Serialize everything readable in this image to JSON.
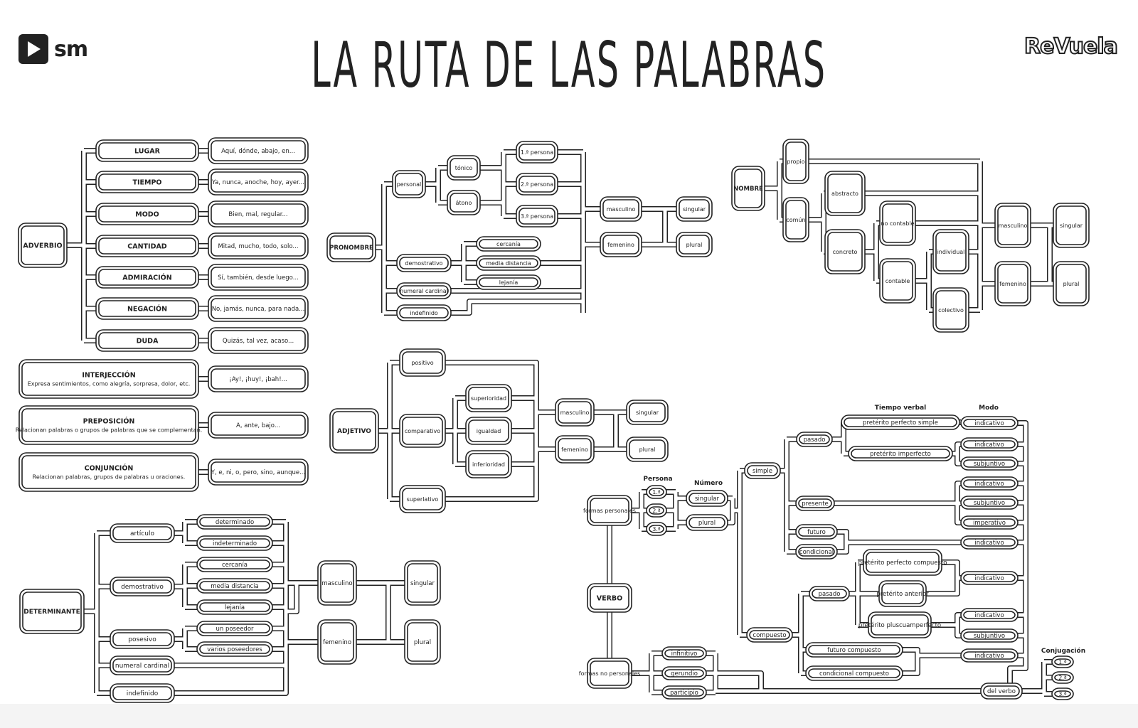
{
  "header": {
    "title": "LA RUTA DE LAS PALABRAS",
    "publisher_logo": "sm",
    "series_logo": "ReVuela"
  },
  "colors": {
    "ink": "#222222",
    "paper": "#ffffff",
    "track_fill": "#ffffff"
  },
  "nodes": {
    "adverbio": "ADVERBIO",
    "adv_lugar": "LUGAR",
    "adv_lugar_ex": "Aquí, dónde, abajo, en...",
    "adv_tiempo": "TIEMPO",
    "adv_tiempo_ex": "Ya, nunca, anoche, hoy, ayer...",
    "adv_modo": "MODO",
    "adv_modo_ex": "Bien, mal, regular...",
    "adv_cantidad": "CANTIDAD",
    "adv_cantidad_ex": "Mitad, mucho, todo, solo...",
    "adv_admiracion": "ADMIRACIÓN",
    "adv_admiracion_ex": "Sí, también, desde luego...",
    "adv_negacion": "NEGACIÓN",
    "adv_negacion_ex": "No, jamás, nunca, para nada...",
    "adv_duda": "DUDA",
    "adv_duda_ex": "Quizás, tal vez, acaso...",
    "interjeccion": "INTERJECCIÓN",
    "interjeccion_desc": "Expresa sentimientos, como alegría, sorpresa, dolor, etc.",
    "interjeccion_ex": "¡Ay!, ¡huy!, ¡bah!...",
    "preposicion": "PREPOSICIÓN",
    "preposicion_desc": "Relacionan palabras o grupos de palabras que se complementan.",
    "preposicion_ex": "A, ante, bajo...",
    "conjuncion": "CONJUNCIÓN",
    "conjuncion_desc": "Relacionan palabras, grupos de palabras u oraciones.",
    "conjuncion_ex": "Y, e, ni, o, pero, sino, aunque...",
    "pronombre": "PRONOMBRE",
    "pr_personal": "personal",
    "pr_tonico": "tónico",
    "pr_atono": "átono",
    "pr_1p": "1.ª persona",
    "pr_2p": "2.ª persona",
    "pr_3p": "3.ª persona",
    "pr_demostrativo": "demostrativo",
    "pr_cercania": "cercanía",
    "pr_media": "media distancia",
    "pr_lejania": "lejanía",
    "pr_numeral": "numeral cardinal",
    "pr_indefinido": "indefinido",
    "pr_masc": "masculino",
    "pr_fem": "femenino",
    "pr_sing": "singular",
    "pr_plur": "plural",
    "nombre": "NOMBRE",
    "no_propio": "propio",
    "no_comun": "común",
    "no_abstracto": "abstracto",
    "no_concreto": "concreto",
    "no_nocontable": "no contable",
    "no_contable": "contable",
    "no_individual": "individual",
    "no_colectivo": "colectivo",
    "no_masc": "masculino",
    "no_fem": "femenino",
    "no_sing": "singular",
    "no_plur": "plural",
    "adjetivo": "ADJETIVO",
    "ad_positivo": "positivo",
    "ad_comparativo": "comparativo",
    "ad_superlativo": "superlativo",
    "ad_superioridad": "superioridad",
    "ad_igualdad": "igualdad",
    "ad_inferioridad": "inferioridad",
    "ad_masc": "masculino",
    "ad_fem": "femenino",
    "ad_sing": "singular",
    "ad_plur": "plural",
    "determinante": "DETERMINANTE",
    "de_articulo": "artículo",
    "de_determinado": "determinado",
    "de_indeterminado": "indeterminado",
    "de_demostrativo": "demostrativo",
    "de_cercania": "cercanía",
    "de_media": "media distancia",
    "de_lejania": "lejanía",
    "de_posesivo": "posesivo",
    "de_unposeedor": "un poseedor",
    "de_variosposeedores": "varios poseedores",
    "de_numeral": "numeral cardinal",
    "de_indefinido": "indefinido",
    "de_masc": "masculino",
    "de_fem": "femenino",
    "de_sing": "singular",
    "de_plur": "plural",
    "verbo": "VERBO",
    "ve_formaspersonales": "formas personales",
    "ve_formasnopersonales": "formas no personales",
    "ve_persona_label": "Persona",
    "ve_p1": "1.ª",
    "ve_p2": "2.ª",
    "ve_p3": "3.ª",
    "ve_numero_label": "Número",
    "ve_singular": "singular",
    "ve_plural": "plural",
    "ve_simple": "simple",
    "ve_compuesto": "compuesto",
    "ve_tiempo_label": "Tiempo verbal",
    "ve_modo_label": "Modo",
    "ve_pasado": "pasado",
    "ve_ppsimple": "pretérito perfecto simple",
    "ve_pimperfecto": "pretérito imperfecto",
    "ve_presente": "presente",
    "ve_futuro": "futuro",
    "ve_condicional": "condicional",
    "ve_pasado2": "pasado",
    "ve_ppcompuesto": "pretérito perfecto compuesto",
    "ve_panterior": "pretérito anterior",
    "ve_ppluscuam": "pretérito pluscuamperfecto",
    "ve_futurocompuesto": "futuro compuesto",
    "ve_condcompuesto": "condicional compuesto",
    "ve_m_ind1": "indicativo",
    "ve_m_ind2": "indicativo",
    "ve_m_sub1": "subjuntivo",
    "ve_m_ind3": "indicativo",
    "ve_m_sub2": "subjuntivo",
    "ve_m_imp": "imperativo",
    "ve_m_ind4": "indicativo",
    "ve_m_ind5": "indicativo",
    "ve_m_ind6": "indicativo",
    "ve_m_sub3": "subjuntivo",
    "ve_m_ind7": "indicativo",
    "ve_infinitivo": "infinitivo",
    "ve_gerundio": "gerundio",
    "ve_participio": "participio",
    "ve_delverbo": "del verbo",
    "ve_conj_label": "Conjugación",
    "ve_c1": "1.ª",
    "ve_c2": "2.ª",
    "ve_c3": "3.ª"
  }
}
